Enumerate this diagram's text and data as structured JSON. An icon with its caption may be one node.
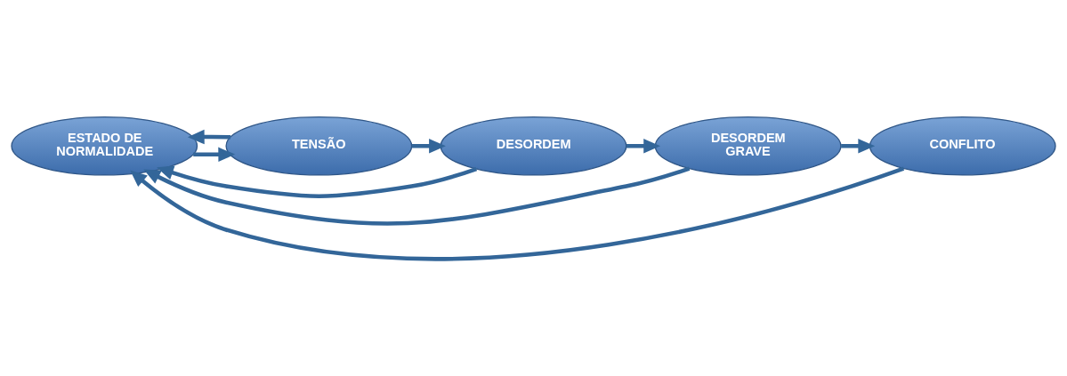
{
  "diagram": {
    "nodes": [
      {
        "text": [
          "TENSÃO"
        ]
      },
      {
        "text": [
          "DESORDEM"
        ]
      },
      {
        "text": [
          "ESTADO DE NORMALIDADE"
        ]
      },
      {
        "text": [
          "DESORDEM GRAVE"
        ]
      },
      {
        "text": [
          "CONFLITO"
        ]
      }
    ],
    "edges": [
      {
        "from": 2,
        "to": 0,
        "arrow": "to"
      },
      {
        "from": 0,
        "to": 2,
        "arrow": "to"
      },
      {
        "from": 1,
        "to": 2,
        "arrow": "to"
      },
      {
        "from": 3,
        "to": 2,
        "arrow": "to"
      },
      {
        "from": 4,
        "to": 2,
        "arrow": "to"
      },
      {
        "from": 0,
        "to": 1,
        "arrow": "to"
      },
      {
        "from": 1,
        "to": 3,
        "arrow": "to"
      },
      {
        "from": 3,
        "to": 4,
        "arrow": "to"
      }
    ]
  }
}
